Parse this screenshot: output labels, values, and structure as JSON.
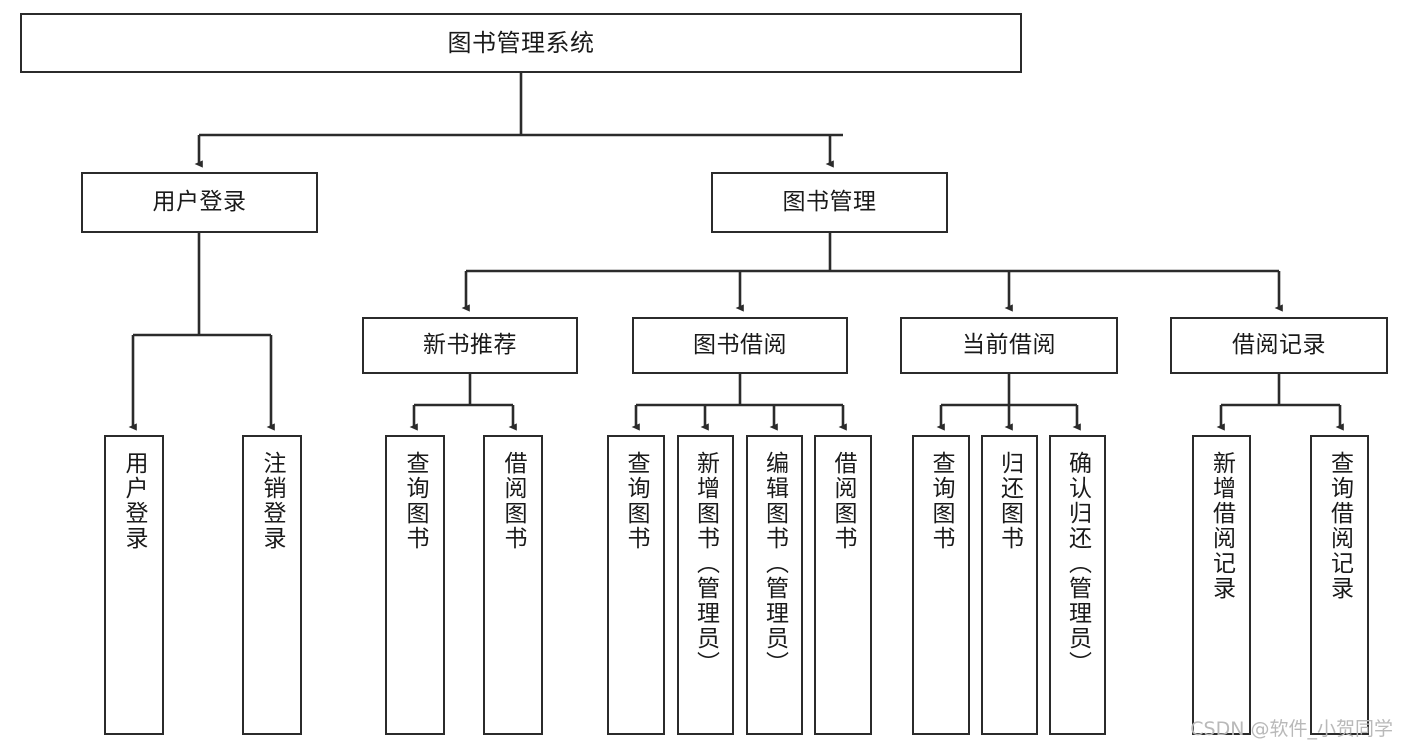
{
  "diagram": {
    "title": "图书管理系统",
    "type": "tree-hierarchy",
    "watermark": "CSDN @软件_小贺同学",
    "colors": {
      "background": "#ffffff",
      "box_border": "#2b2b2b",
      "box_fill": "#ffffff",
      "connector": "#2b2b2b",
      "text": "#1a1a1a",
      "watermark": "#b9b9b9"
    },
    "nodes": {
      "root": {
        "label": "图书管理系统"
      },
      "level2": [
        {
          "label": "用户登录"
        },
        {
          "label": "图书管理"
        }
      ],
      "level3": [
        {
          "label": "新书推荐"
        },
        {
          "label": "图书借阅"
        },
        {
          "label": "当前借阅"
        },
        {
          "label": "借阅记录"
        }
      ],
      "leaves_user_login": [
        {
          "label": "用户登录"
        },
        {
          "label": "注销登录"
        }
      ],
      "leaves_new_book": [
        {
          "label": "查询图书"
        },
        {
          "label": "借阅图书"
        }
      ],
      "leaves_borrow": [
        {
          "label": "查询图书"
        },
        {
          "label": "新增图书（管理员）"
        },
        {
          "label": "编辑图书（管理员）"
        },
        {
          "label": "借阅图书"
        }
      ],
      "leaves_current": [
        {
          "label": "查询图书"
        },
        {
          "label": "归还图书"
        },
        {
          "label": "确认归还（管理员）"
        }
      ],
      "leaves_record": [
        {
          "label": "新增借阅记录"
        },
        {
          "label": "查询借阅记录"
        }
      ]
    }
  }
}
